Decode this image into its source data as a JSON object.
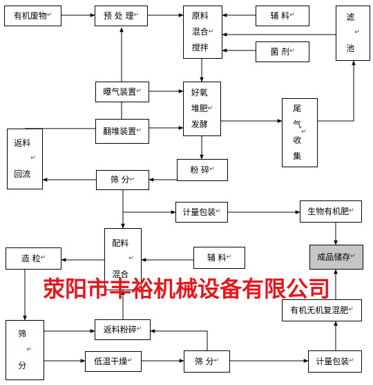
{
  "nodes": {
    "n_organic": "有机废物",
    "n_pre": "预 处 理",
    "n_mix": "原料\n混合\n搅拌",
    "n_aux1": "辅  料",
    "n_filter": "滤\n\n池",
    "n_bact": "菌  剂",
    "n_aer": "曝气装置",
    "n_ferm": "好氧\n堆肥\n发酵",
    "n_turn": "翻堆装置",
    "n_tail": "尾\n气\n收\n集",
    "n_ret1": "返料\n\n回流",
    "n_crush": "粉  碎",
    "n_screen1": "筛  分",
    "n_pack1": "计量包装",
    "n_bio": "生物有机肥",
    "n_blend": "配料\n\n混合",
    "n_aux2": "辅  料",
    "n_gran": "造  粒",
    "n_store": "成品储存",
    "n_ret2": "返料粉碎",
    "n_compound": "有机无机复混肥",
    "n_screen2": "筛\n\n分",
    "n_dry": "低温干燥",
    "n_screen3": "筛  分",
    "n_pack2": "计量包装"
  },
  "para_mark": "↵",
  "watermark": "荥阳市丰裕机械设备有限公司",
  "colors": {
    "line": "#000000",
    "watermark": "#e8151b",
    "filled_box": "#c6c6c6"
  }
}
